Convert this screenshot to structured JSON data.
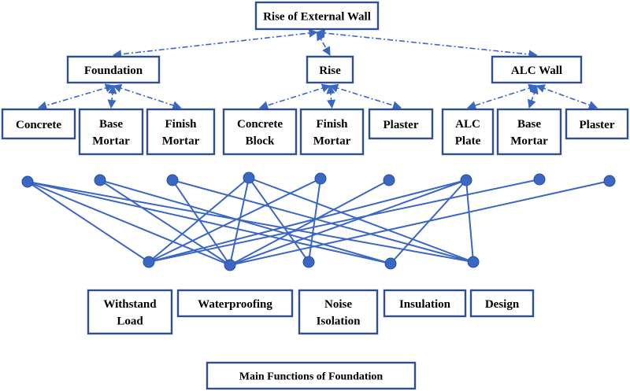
{
  "colors": {
    "box_border": "#2f4f8f",
    "connector": "#3a66c4",
    "dot_fill": "#3a66c4",
    "text": "#000000"
  },
  "root": {
    "label": "Rise of External Wall"
  },
  "level1": [
    {
      "id": "foundation",
      "label": "Foundation"
    },
    {
      "id": "rise",
      "label": "Rise"
    },
    {
      "id": "alc-wall",
      "label": "ALC Wall"
    }
  ],
  "level2": [
    {
      "id": "concrete",
      "parent": "foundation",
      "lines": [
        "Concrete"
      ]
    },
    {
      "id": "base-mortar-1",
      "parent": "foundation",
      "lines": [
        "Base",
        "Mortar"
      ]
    },
    {
      "id": "finish-mortar-1",
      "parent": "foundation",
      "lines": [
        "Finish",
        "Mortar"
      ]
    },
    {
      "id": "concrete-block",
      "parent": "rise",
      "lines": [
        "Concrete",
        "Block"
      ]
    },
    {
      "id": "finish-mortar-2",
      "parent": "rise",
      "lines": [
        "Finish",
        "Mortar"
      ]
    },
    {
      "id": "plaster-1",
      "parent": "rise",
      "lines": [
        "Plaster"
      ]
    },
    {
      "id": "alc-plate",
      "parent": "alc-wall",
      "lines": [
        "ALC",
        "Plate"
      ]
    },
    {
      "id": "base-mortar-2",
      "parent": "alc-wall",
      "lines": [
        "Base",
        "Mortar"
      ]
    },
    {
      "id": "plaster-2",
      "parent": "alc-wall",
      "lines": [
        "Plaster"
      ]
    }
  ],
  "functions": [
    {
      "id": "withstand-load",
      "lines": [
        "Withstand",
        "Load"
      ]
    },
    {
      "id": "waterproofing",
      "lines": [
        "Waterproofing"
      ]
    },
    {
      "id": "noise-isolation",
      "lines": [
        "Noise",
        "Isolation"
      ]
    },
    {
      "id": "insulation",
      "lines": [
        "Insulation"
      ]
    },
    {
      "id": "design",
      "lines": [
        "Design"
      ]
    }
  ],
  "footer": {
    "label": "Main Functions of Foundation"
  },
  "network": {
    "top_count": 9,
    "bottom_count": 5,
    "edges": [
      [
        0,
        0
      ],
      [
        0,
        1
      ],
      [
        0,
        3
      ],
      [
        0,
        4
      ],
      [
        1,
        1
      ],
      [
        1,
        3
      ],
      [
        2,
        1
      ],
      [
        2,
        4
      ],
      [
        3,
        0
      ],
      [
        3,
        1
      ],
      [
        3,
        2
      ],
      [
        3,
        4
      ],
      [
        4,
        0
      ],
      [
        4,
        2
      ],
      [
        5,
        1
      ],
      [
        6,
        0
      ],
      [
        6,
        1
      ],
      [
        6,
        3
      ],
      [
        6,
        4
      ],
      [
        7,
        0
      ],
      [
        8,
        1
      ]
    ]
  }
}
